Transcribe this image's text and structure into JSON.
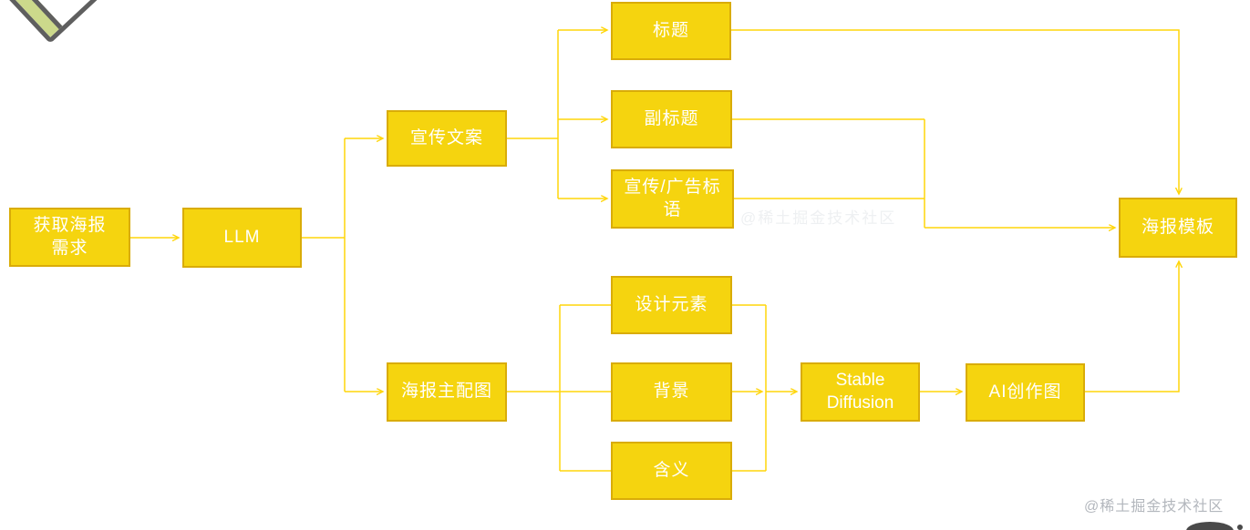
{
  "diagram": {
    "type": "flowchart",
    "colors": {
      "node_fill": "#F5D40F",
      "node_border": "#D9AC08",
      "node_text": "#FFFFFF",
      "connector": "#FFD60A",
      "background": "#FFFFFF"
    },
    "nodes": {
      "get_requirements": {
        "label": "获取海报\n需求"
      },
      "llm": {
        "label": "LLM"
      },
      "copywriting": {
        "label": "宣传文案"
      },
      "title": {
        "label": "标题"
      },
      "subtitle": {
        "label": "副标题"
      },
      "slogan": {
        "label": "宣传/广告标\n语"
      },
      "main_image": {
        "label": "海报主配图"
      },
      "design_elements": {
        "label": "设计元素"
      },
      "background_node": {
        "label": "背景"
      },
      "meaning": {
        "label": "含义"
      },
      "stable_diffusion": {
        "label": "Stable\nDiffusion"
      },
      "ai_image": {
        "label": "AI创作图"
      },
      "template": {
        "label": "海报模板"
      }
    },
    "edges": [
      "获取海报需求 -> LLM",
      "LLM -> 宣传文案",
      "LLM -> 海报主配图",
      "宣传文案 -> 标题",
      "宣传文案 -> 副标题",
      "宣传文案 -> 宣传/广告标语",
      "标题 -> 海报模板",
      "副标题 -> 海报模板",
      "宣传/广告标语 -> 海报模板",
      "海报主配图 -> 设计元素",
      "海报主配图 -> 背景",
      "海报主配图 -> 含义",
      "设计元素 -> Stable Diffusion",
      "背景 -> Stable Diffusion",
      "含义 -> Stable Diffusion",
      "Stable Diffusion -> AI创作图",
      "AI创作图 -> 海报模板"
    ]
  },
  "watermarks": {
    "center": "@稀土掘金技术社区",
    "bottom_right": "@稀土掘金技术社区"
  }
}
